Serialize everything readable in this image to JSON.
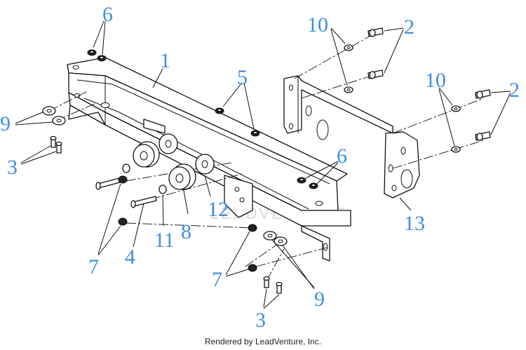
{
  "diagram": {
    "callouts": [
      {
        "id": "c6a",
        "label": "6"
      },
      {
        "id": "c1",
        "label": "1"
      },
      {
        "id": "c5",
        "label": "5"
      },
      {
        "id": "c9a",
        "label": "9"
      },
      {
        "id": "c3a",
        "label": "3"
      },
      {
        "id": "c10a",
        "label": "10"
      },
      {
        "id": "c2a",
        "label": "2"
      },
      {
        "id": "c10b",
        "label": "10"
      },
      {
        "id": "c2b",
        "label": "2"
      },
      {
        "id": "c6b",
        "label": "6"
      },
      {
        "id": "c12",
        "label": "12"
      },
      {
        "id": "c8",
        "label": "8"
      },
      {
        "id": "c11",
        "label": "11"
      },
      {
        "id": "c4",
        "label": "4"
      },
      {
        "id": "c7a",
        "label": "7"
      },
      {
        "id": "c7b",
        "label": "7"
      },
      {
        "id": "c13",
        "label": "13"
      },
      {
        "id": "c9b",
        "label": "9"
      },
      {
        "id": "c3b",
        "label": "3"
      }
    ],
    "watermark": "LEADVENTURE"
  },
  "footer": {
    "credit": "Rendered by LeadVenture, Inc."
  }
}
